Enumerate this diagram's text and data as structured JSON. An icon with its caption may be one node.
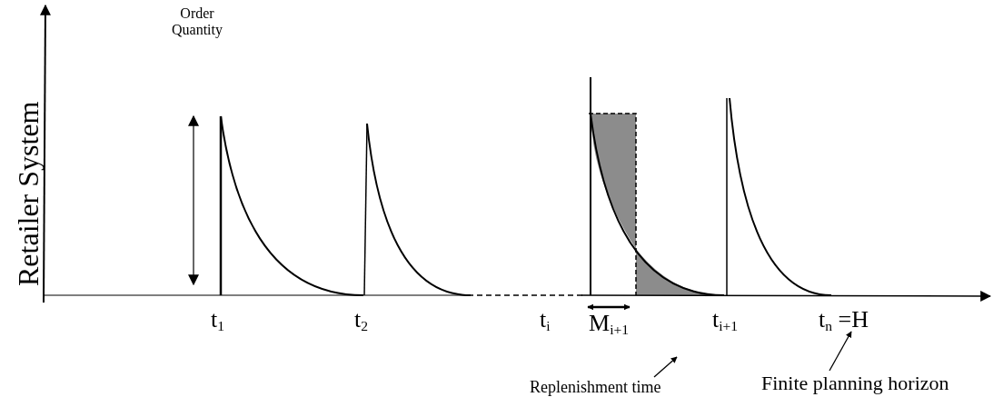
{
  "diagram": {
    "nodes": [
      {
        "text": [
          "Replenishment time"
        ]
      },
      {
        "text": [
          "t$_{n}$ =H"
        ]
      },
      {
        "text": [
          "Finite planning horizon"
        ]
      }
    ],
    "edges": [
      {
        "from": 0,
        "to": null,
        "arrow": "to"
      },
      {
        "from": 2,
        "to": 1,
        "arrow": "to"
      }
    ],
    "labels": [
      "Order Quantity",
      "Retailer System",
      "t$_{1}$",
      "t$_{2}$",
      "t$_{i}$",
      "M$_{i+1}$",
      "t$_{i+1}$"
    ]
  }
}
